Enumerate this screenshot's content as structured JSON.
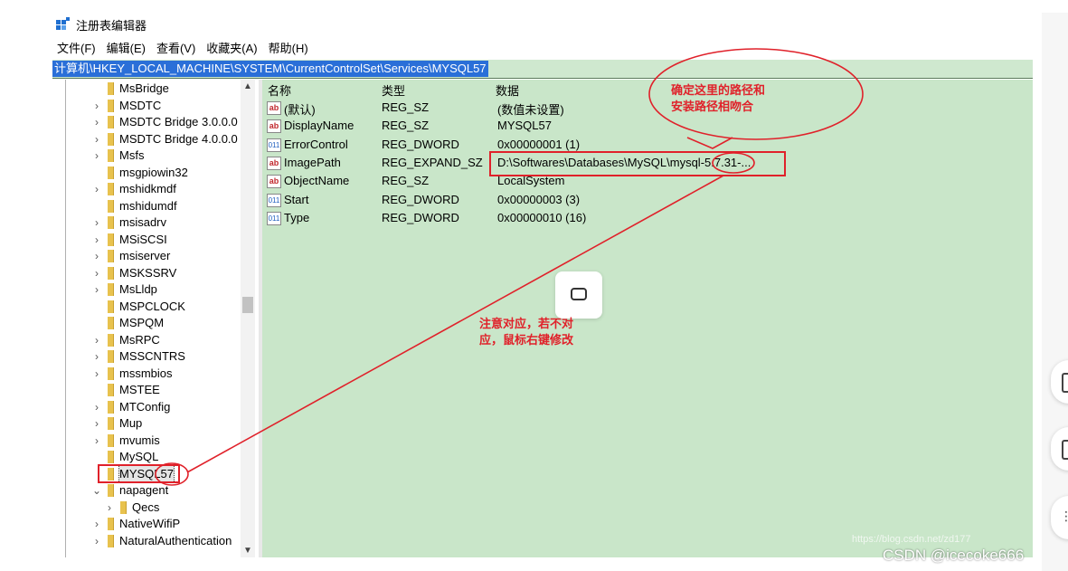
{
  "window": {
    "title": "注册表编辑器"
  },
  "menu": [
    "文件(F)",
    "编辑(E)",
    "查看(V)",
    "收藏夹(A)",
    "帮助(H)"
  ],
  "address": "计算机\\HKEY_LOCAL_MACHINE\\SYSTEM\\CurrentControlSet\\Services\\MYSQL57",
  "tree": {
    "items": [
      {
        "label": "MsBridge",
        "arrow": ""
      },
      {
        "label": "MSDTC",
        "arrow": ">"
      },
      {
        "label": "MSDTC Bridge 3.0.0.0",
        "arrow": ">"
      },
      {
        "label": "MSDTC Bridge 4.0.0.0",
        "arrow": ">"
      },
      {
        "label": "Msfs",
        "arrow": ">"
      },
      {
        "label": "msgpiowin32",
        "arrow": ""
      },
      {
        "label": "mshidkmdf",
        "arrow": ">"
      },
      {
        "label": "mshidumdf",
        "arrow": ""
      },
      {
        "label": "msisadrv",
        "arrow": ">"
      },
      {
        "label": "MSiSCSI",
        "arrow": ">"
      },
      {
        "label": "msiserver",
        "arrow": ">"
      },
      {
        "label": "MSKSSRV",
        "arrow": ">"
      },
      {
        "label": "MsLldp",
        "arrow": ">"
      },
      {
        "label": "MSPCLOCK",
        "arrow": ""
      },
      {
        "label": "MSPQM",
        "arrow": ""
      },
      {
        "label": "MsRPC",
        "arrow": ">"
      },
      {
        "label": "MSSCNTRS",
        "arrow": ">"
      },
      {
        "label": "mssmbios",
        "arrow": ">"
      },
      {
        "label": "MSTEE",
        "arrow": ""
      },
      {
        "label": "MTConfig",
        "arrow": ">"
      },
      {
        "label": "Mup",
        "arrow": ">"
      },
      {
        "label": "mvumis",
        "arrow": ">"
      },
      {
        "label": "MySQL",
        "arrow": ""
      },
      {
        "label": "MYSQL57",
        "arrow": "",
        "selected": true
      },
      {
        "label": "napagent",
        "arrow": "v"
      },
      {
        "label": "Qecs",
        "arrow": ">",
        "indent": true
      },
      {
        "label": "NativeWifiP",
        "arrow": ">"
      },
      {
        "label": "NaturalAuthentication",
        "arrow": ">"
      }
    ]
  },
  "list": {
    "headers": {
      "name": "名称",
      "type": "类型",
      "data": "数据"
    },
    "rows": [
      {
        "icon": "ab",
        "name": "(默认)",
        "type": "REG_SZ",
        "data": "(数值未设置)"
      },
      {
        "icon": "ab",
        "name": "DisplayName",
        "type": "REG_SZ",
        "data": "MYSQL57"
      },
      {
        "icon": "dw",
        "name": "ErrorControl",
        "type": "REG_DWORD",
        "data": "0x00000001 (1)"
      },
      {
        "icon": "ab",
        "name": "ImagePath",
        "type": "REG_EXPAND_SZ",
        "data": "D:\\Softwares\\Databases\\MySQL\\mysql-5.7.31-..."
      },
      {
        "icon": "ab",
        "name": "ObjectName",
        "type": "REG_SZ",
        "data": "LocalSystem"
      },
      {
        "icon": "dw",
        "name": "Start",
        "type": "REG_DWORD",
        "data": "0x00000003 (3)"
      },
      {
        "icon": "dw",
        "name": "Type",
        "type": "REG_DWORD",
        "data": "0x00000010 (16)"
      }
    ]
  },
  "annotations": {
    "top_line1": "确定这里的路径和",
    "top_line2": "安装路径相吻合",
    "bottom_line1": "注意对应，若不对",
    "bottom_line2": "应，鼠标右键修改",
    "color": "#e0212a"
  },
  "watermarks": {
    "blog": "https://blog.csdn.net/zd177",
    "csdn": "CSDN @icecoke666"
  },
  "icons": {
    "app": "registry-editor-icon",
    "comment": "comment-icon"
  }
}
